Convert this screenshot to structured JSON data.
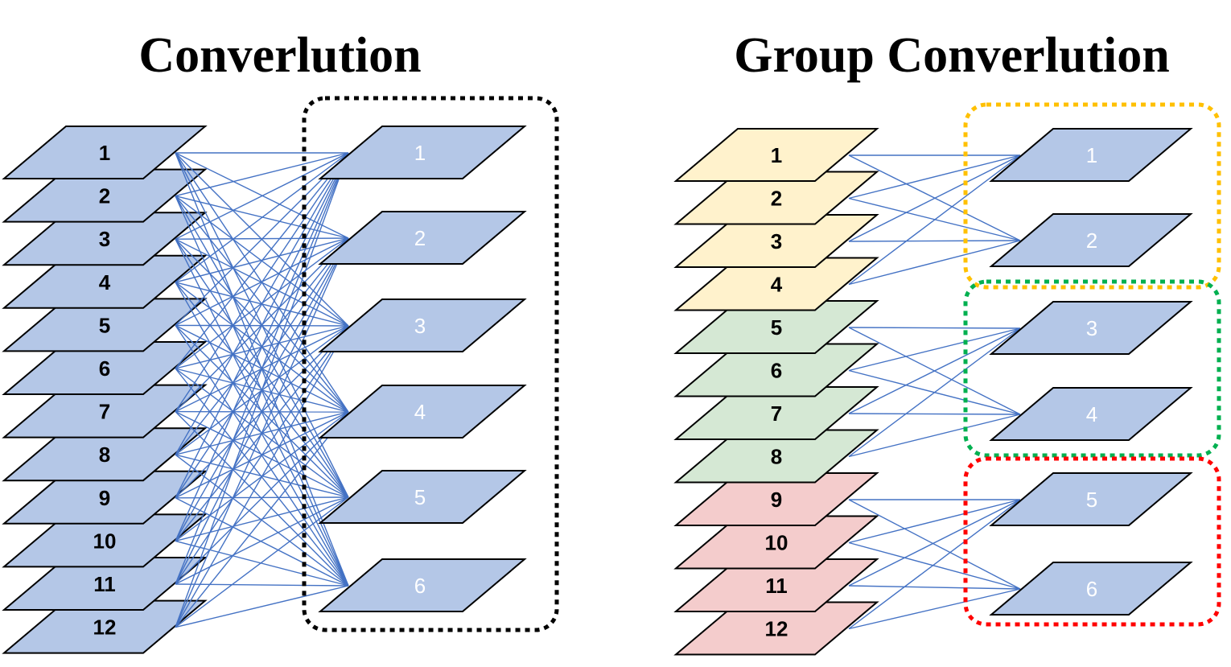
{
  "left": {
    "title": "Converlution",
    "inputs": [
      "1",
      "2",
      "3",
      "4",
      "5",
      "6",
      "7",
      "8",
      "9",
      "10",
      "11",
      "12"
    ],
    "outputs": [
      "1",
      "2",
      "3",
      "4",
      "5",
      "6"
    ],
    "connection": "full"
  },
  "right": {
    "title": "Group Converlution",
    "inputs": [
      "1",
      "2",
      "3",
      "4",
      "5",
      "6",
      "7",
      "8",
      "9",
      "10",
      "11",
      "12"
    ],
    "outputs": [
      "1",
      "2",
      "3",
      "4",
      "5",
      "6"
    ],
    "groups": [
      {
        "inputs": [
          0,
          1,
          2,
          3
        ],
        "outputs": [
          0,
          1
        ],
        "fill": "#fff2cc",
        "border": "#ffc000"
      },
      {
        "inputs": [
          4,
          5,
          6,
          7
        ],
        "outputs": [
          2,
          3
        ],
        "fill": "#d5e8d4",
        "border": "#00b050"
      },
      {
        "inputs": [
          8,
          9,
          10,
          11
        ],
        "outputs": [
          4,
          5
        ],
        "fill": "#f4cccc",
        "border": "#ff0000"
      }
    ]
  },
  "colors": {
    "layer": "#b4c7e7",
    "line": "#4472c4",
    "outline": "#000000",
    "box": "#000000"
  }
}
